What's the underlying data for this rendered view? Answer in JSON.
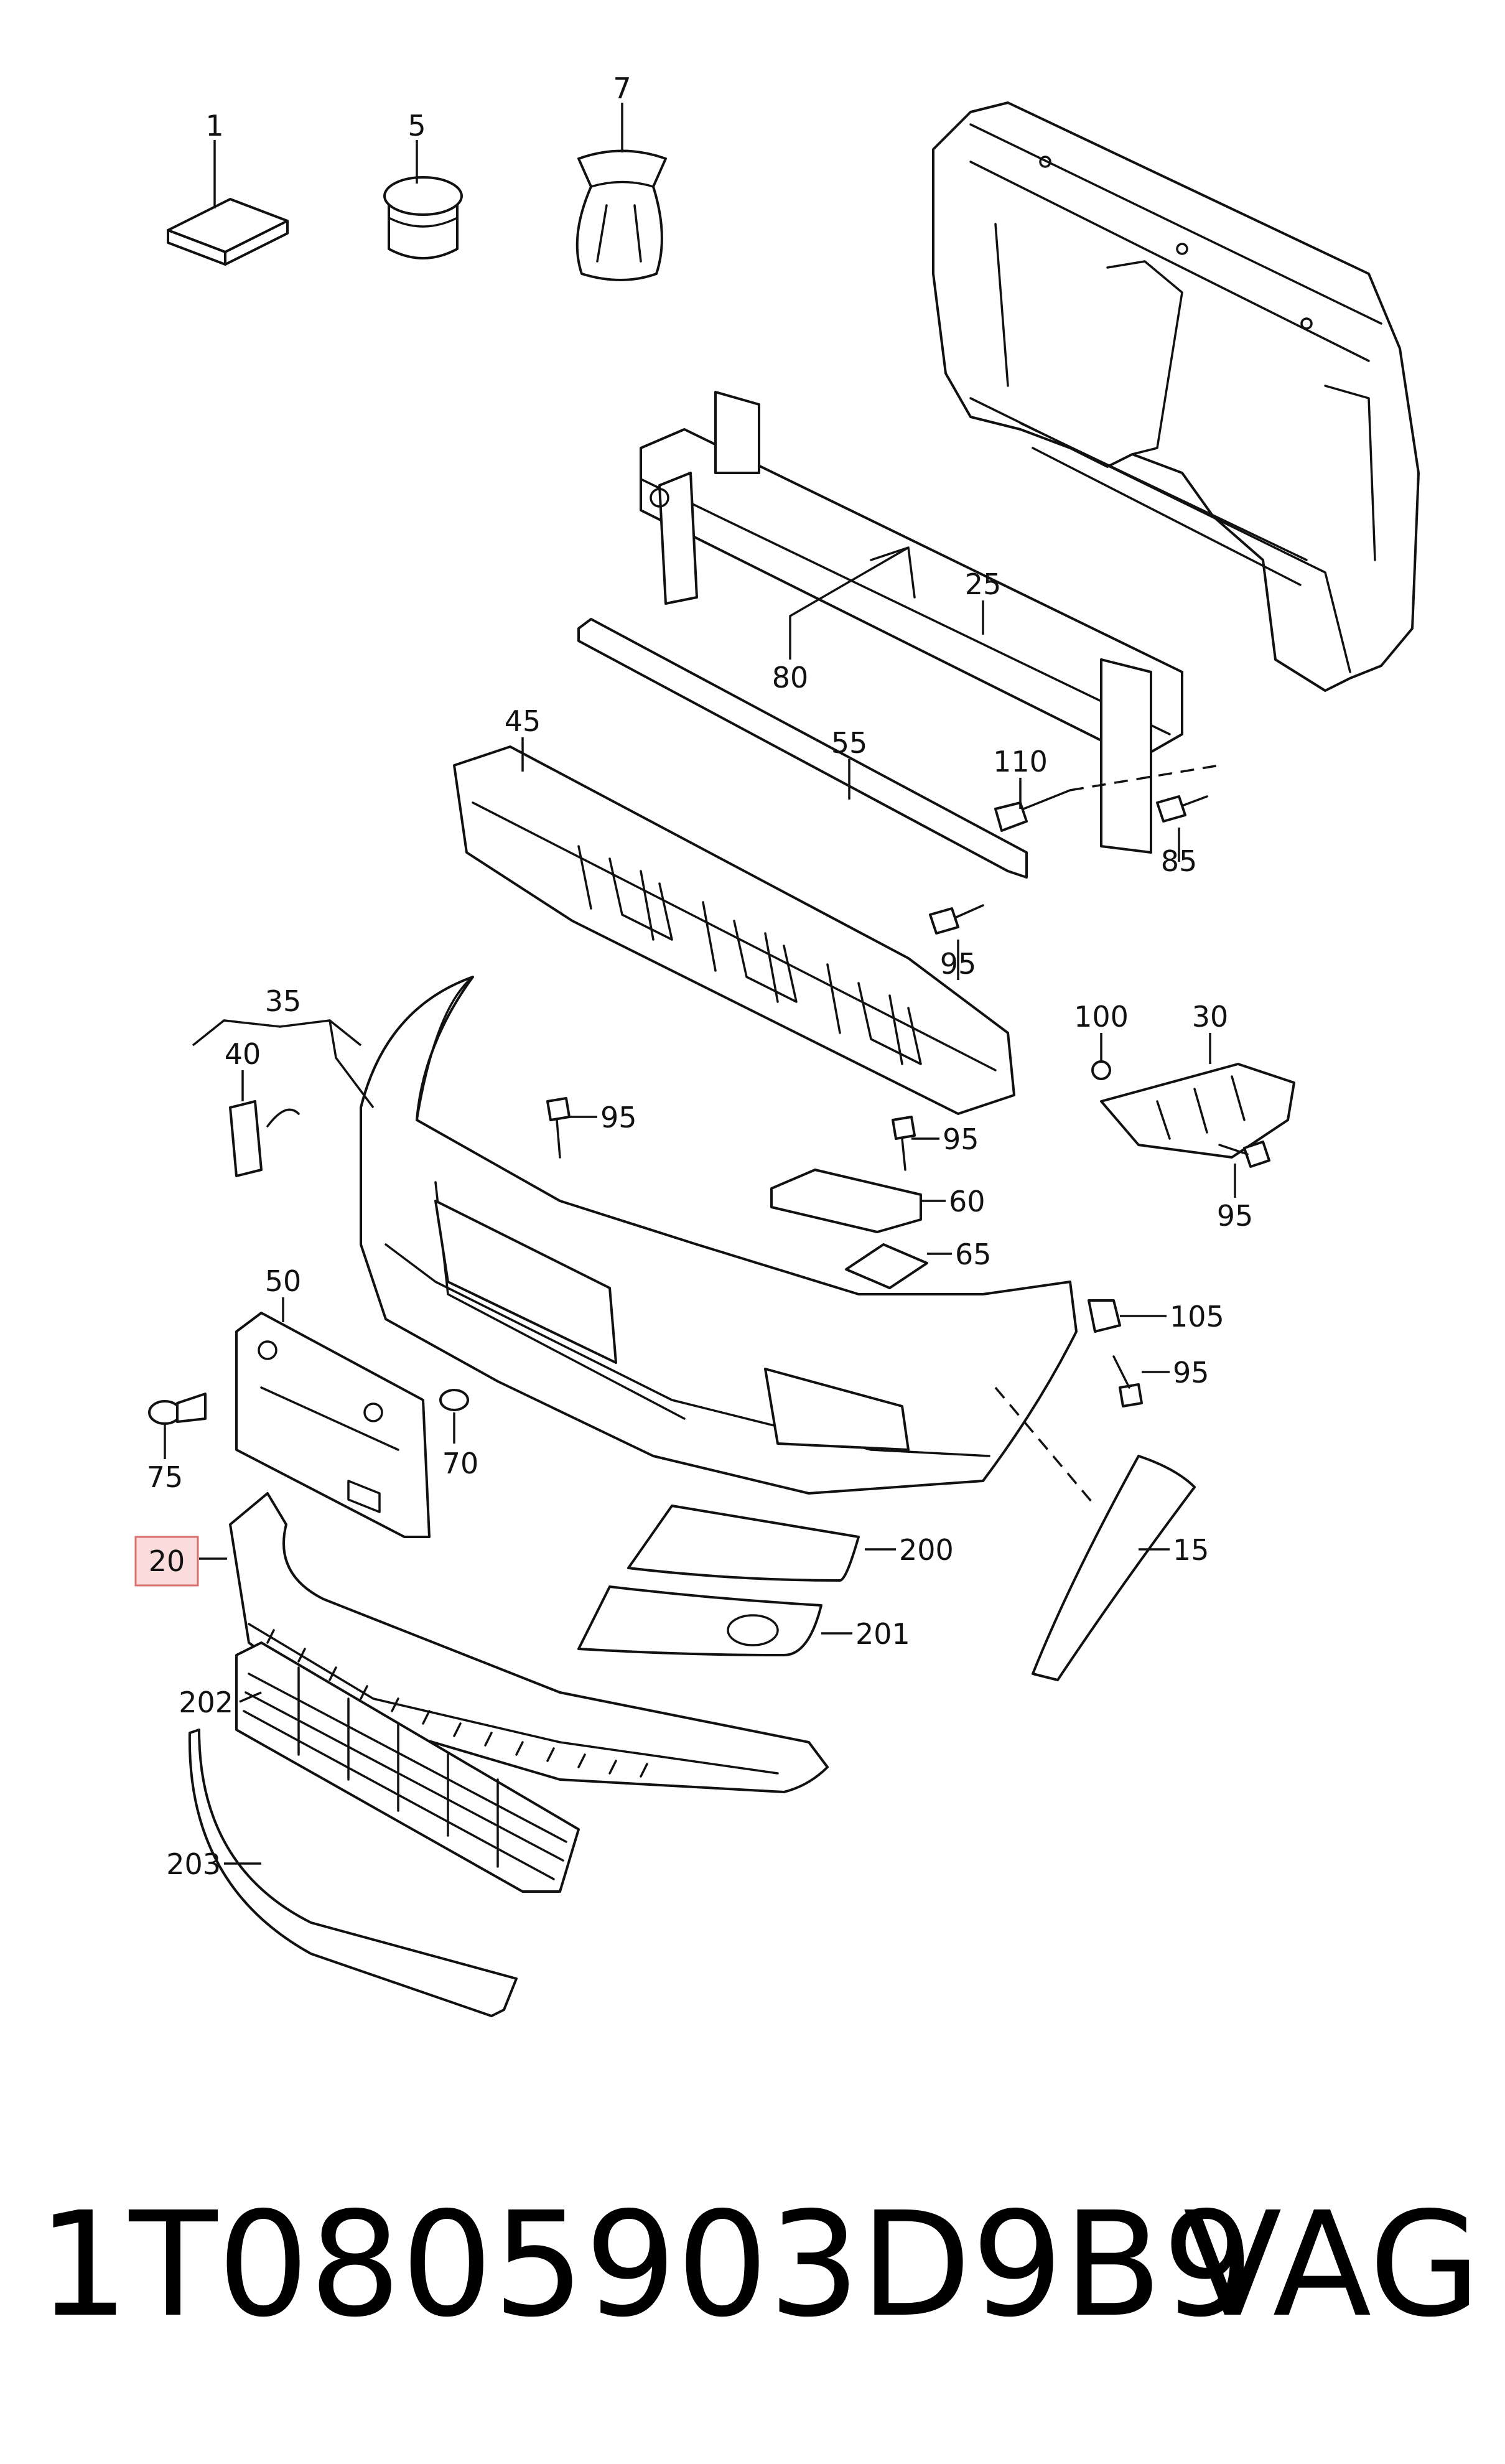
{
  "callouts": {
    "c1": "1",
    "c5": "5",
    "c7": "7",
    "c25": "25",
    "c80": "80",
    "c45": "45",
    "c55": "55",
    "c110": "110",
    "c85": "85",
    "c95a": "95",
    "c35": "35",
    "c40": "40",
    "c95b": "95",
    "c95c": "95",
    "c60": "60",
    "c65": "65",
    "c100": "100",
    "c30": "30",
    "c95d": "95",
    "c50": "50",
    "c105": "105",
    "c95e": "95",
    "c75": "75",
    "c70": "70",
    "c20": "20",
    "c200": "200",
    "c15": "15",
    "c201": "201",
    "c202": "202",
    "c203": "203"
  },
  "highlight": {
    "part": "20",
    "color": "#fbdcdc",
    "border": "#d87070"
  },
  "footer": {
    "part_number": "1T0805903D9B9",
    "brand": "VAG"
  }
}
